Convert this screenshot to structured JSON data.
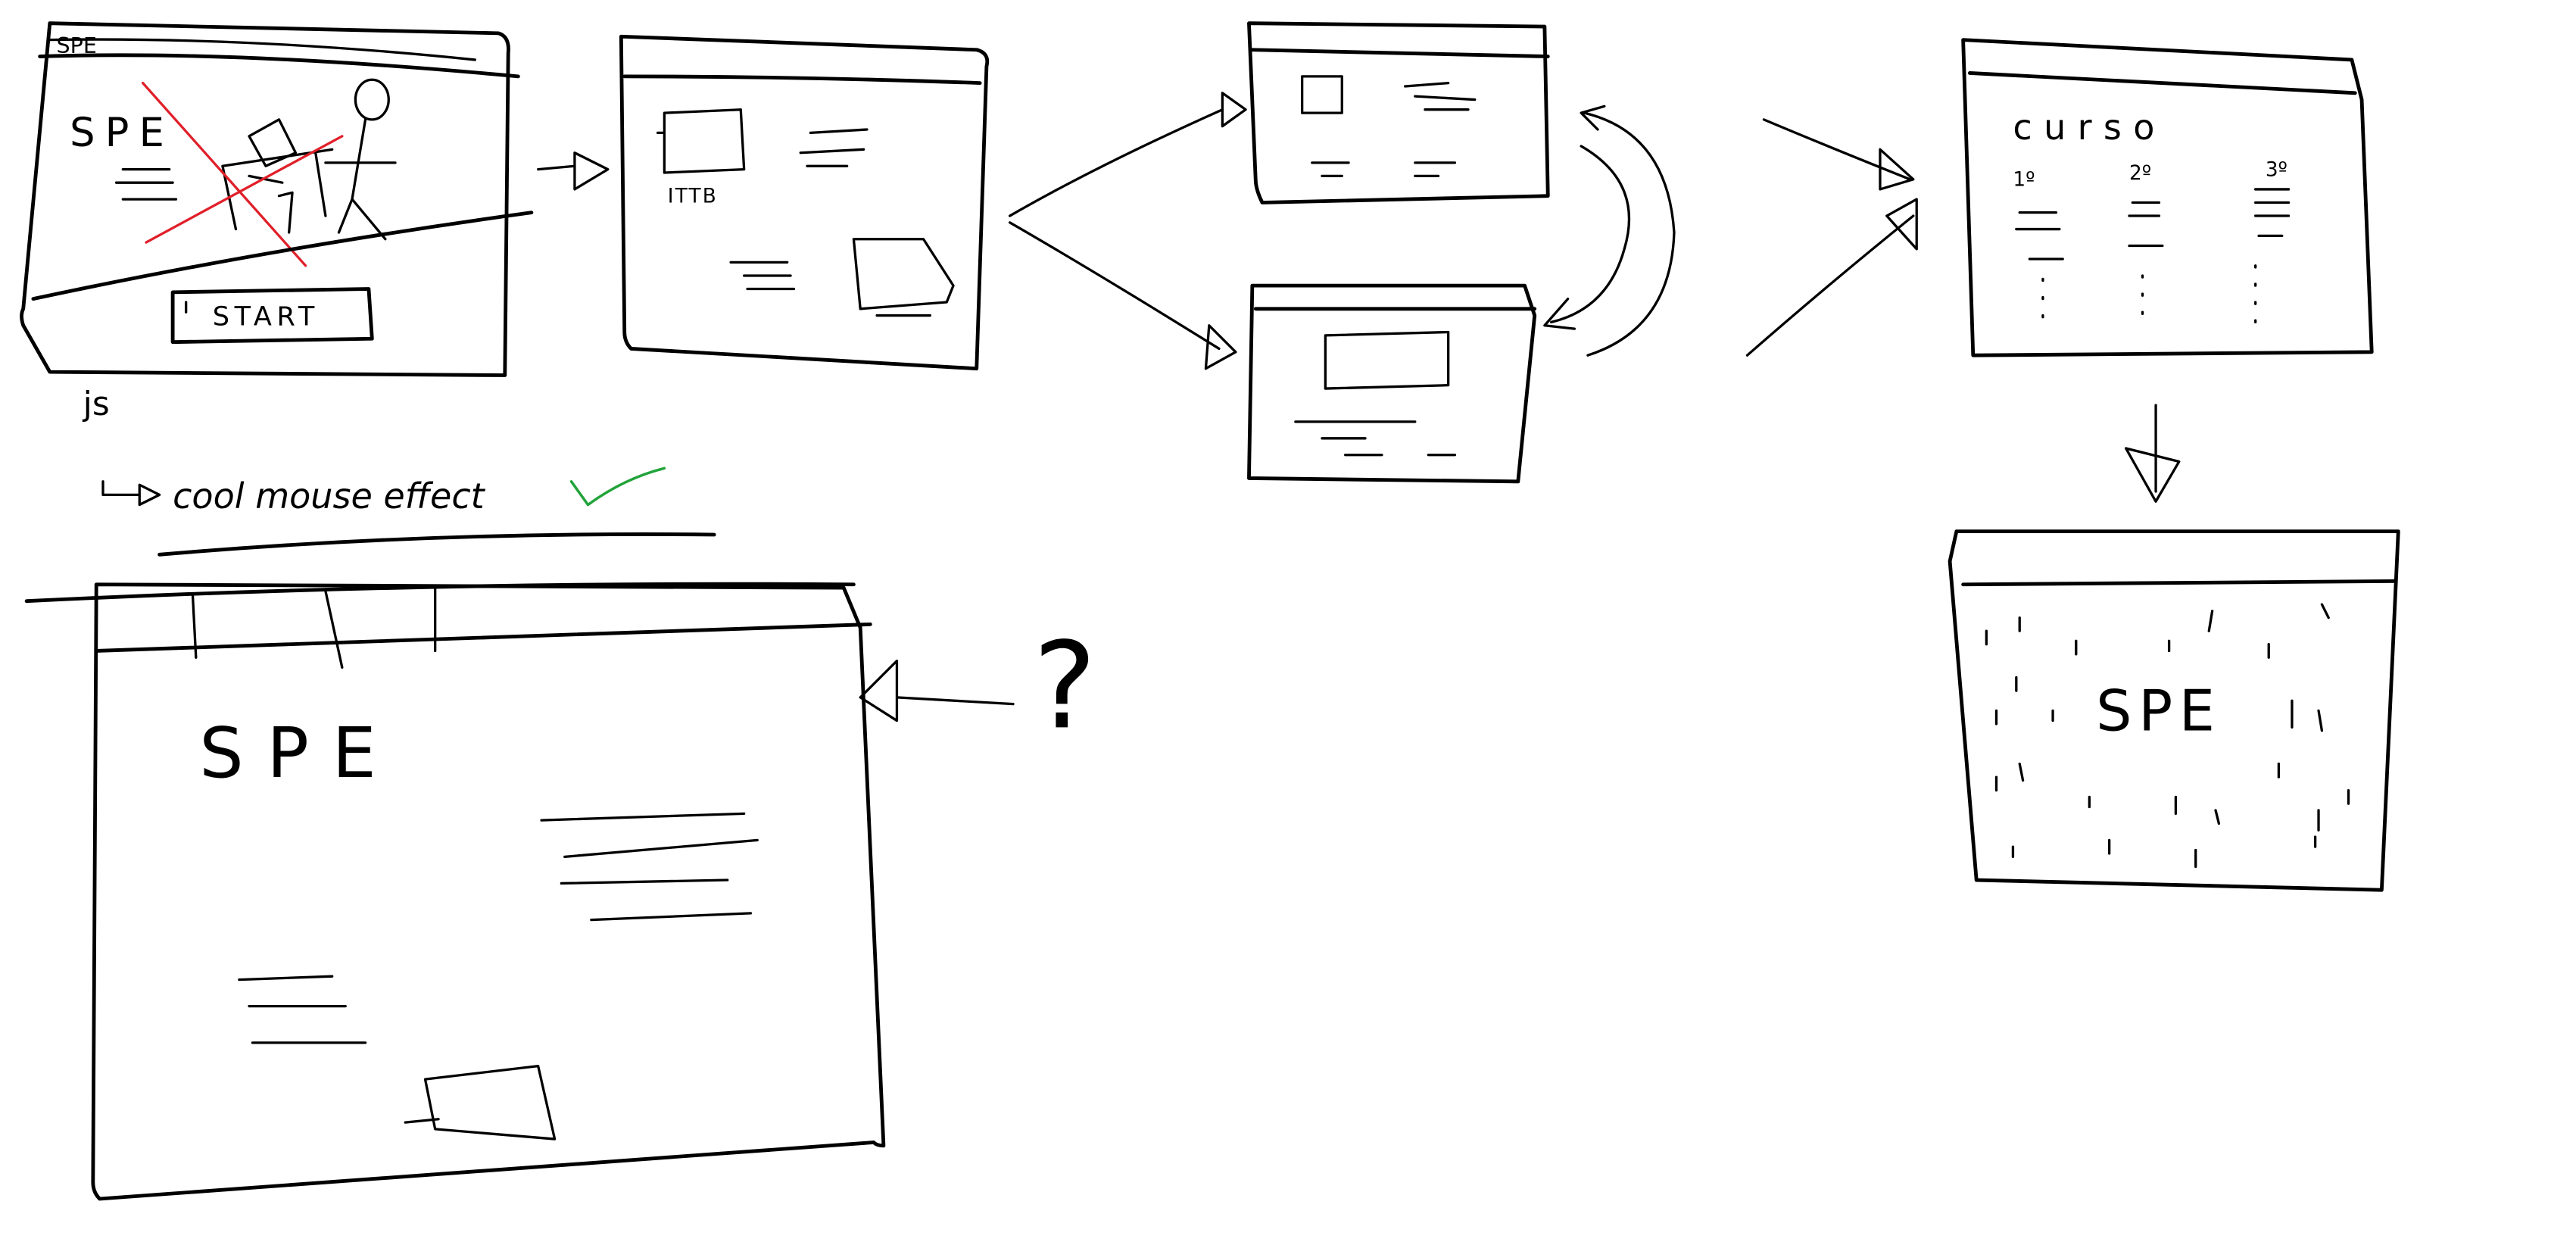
{
  "colors": {
    "ink": "#000000",
    "cross_out": "#e0202a",
    "check": "#22a33a",
    "background": "#ffffff"
  },
  "screen1": {
    "header_text": "SPE",
    "title": "SPE",
    "start_button": "START"
  },
  "notes": {
    "js": "js",
    "mouse_effect": "cool mouse effect"
  },
  "screen2": {
    "caption": "ITTB"
  },
  "course_screen": {
    "title": "curso",
    "years": [
      "1º",
      "2º",
      "3º"
    ]
  },
  "final_screen": {
    "title": "SPE"
  },
  "big_screen": {
    "title": "SPE"
  },
  "question_mark": "?"
}
